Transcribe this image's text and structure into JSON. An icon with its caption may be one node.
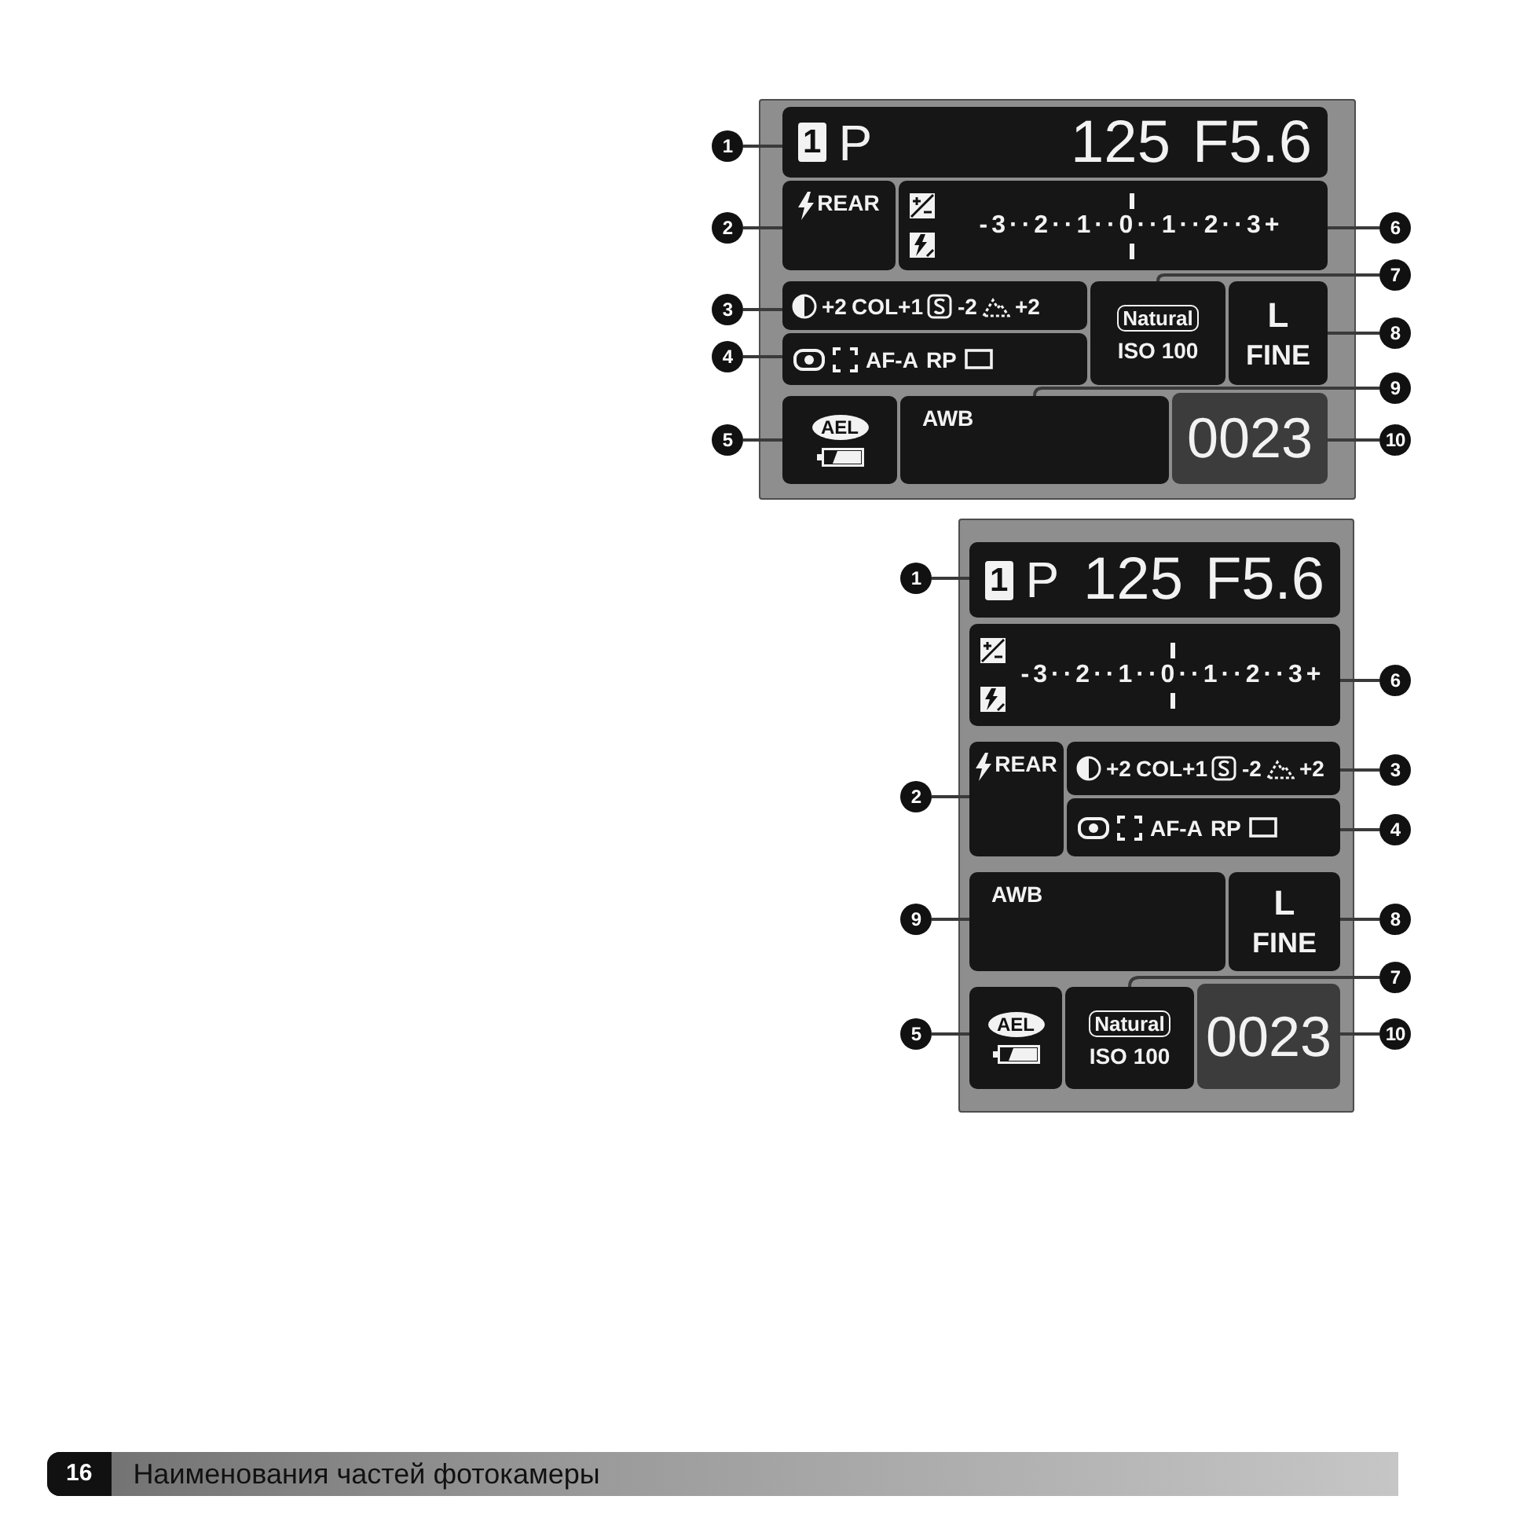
{
  "diagram": {
    "nodes": [
      {
        "text": [],
        "shape": "box"
      },
      {
        "text": [
          "1",
          "P",
          "125",
          "F5.6"
        ],
        "in": 0
      },
      {
        "text": [
          "REAR"
        ],
        "in": 0
      },
      {
        "text": [
          "-3··2··1··0··1··2··3+"
        ],
        "in": 0
      },
      {
        "text": [
          "+2",
          "COL+1",
          "-2",
          "+2"
        ],
        "in": 0
      },
      {
        "text": [
          "AF-A",
          "RP"
        ],
        "in": 0
      },
      {
        "text": [
          "Natural",
          "ISO 100"
        ],
        "in": 0
      },
      {
        "text": [
          "L",
          "FINE"
        ],
        "in": 0
      },
      {
        "text": [
          "AEL"
        ],
        "in": 0
      },
      {
        "text": [
          "AWB"
        ],
        "in": 0
      },
      {
        "text": [
          "0023"
        ],
        "in": 0
      },
      {
        "text": [
          "1"
        ]
      },
      {
        "text": [
          "2"
        ]
      },
      {
        "text": [
          "3"
        ]
      },
      {
        "text": [
          "4"
        ]
      },
      {
        "text": [
          "5"
        ]
      },
      {
        "text": [
          "6"
        ]
      },
      {
        "text": [
          "7"
        ]
      },
      {
        "text": [
          "8"
        ]
      },
      {
        "text": [
          "9"
        ]
      },
      {
        "text": [
          "10"
        ]
      },
      {
        "text": [],
        "shape": "box"
      },
      {
        "text": [
          "1",
          "P",
          "125",
          "F5.6"
        ],
        "in": 21
      },
      {
        "text": [
          "-3··2··1··0··1··2··3+"
        ],
        "in": 21
      },
      {
        "text": [
          "REAR"
        ],
        "in": 21
      },
      {
        "text": [
          "+2",
          "COL+1",
          "-2",
          "+2"
        ],
        "in": 21
      },
      {
        "text": [
          "AF-A",
          "RP"
        ],
        "in": 21
      },
      {
        "text": [
          "AWB"
        ],
        "in": 21
      },
      {
        "text": [
          "L",
          "FINE"
        ],
        "in": 21
      },
      {
        "text": [
          "AEL"
        ],
        "in": 21
      },
      {
        "text": [
          "Natural",
          "ISO 100"
        ],
        "in": 21
      },
      {
        "text": [
          "0023"
        ],
        "in": 21
      },
      {
        "text": [
          "1"
        ]
      },
      {
        "text": [
          "2"
        ]
      },
      {
        "text": [
          "3"
        ]
      },
      {
        "text": [
          "4"
        ]
      },
      {
        "text": [
          "5"
        ]
      },
      {
        "text": [
          "6"
        ]
      },
      {
        "text": [
          "7"
        ]
      },
      {
        "text": [
          "8"
        ]
      },
      {
        "text": [
          "9"
        ]
      },
      {
        "text": [
          "10"
        ]
      }
    ],
    "edges": [
      {
        "from": 11,
        "to": 1,
        "arrow": "none"
      },
      {
        "from": 12,
        "to": 2,
        "arrow": "none"
      },
      {
        "from": 13,
        "to": 4,
        "arrow": "none"
      },
      {
        "from": 14,
        "to": 5,
        "arrow": "none"
      },
      {
        "from": 15,
        "to": 8,
        "arrow": "none"
      },
      {
        "from": 16,
        "to": 3,
        "arrow": "none"
      },
      {
        "from": 17,
        "to": 6,
        "arrow": "none"
      },
      {
        "from": 18,
        "to": 7,
        "arrow": "none"
      },
      {
        "from": 19,
        "to": 9,
        "arrow": "none"
      },
      {
        "from": 20,
        "to": 10,
        "arrow": "none"
      },
      {
        "from": 32,
        "to": 22,
        "arrow": "none"
      },
      {
        "from": 33,
        "to": 24,
        "arrow": "none"
      },
      {
        "from": 34,
        "to": 25,
        "arrow": "none"
      },
      {
        "from": 35,
        "to": 26,
        "arrow": "none"
      },
      {
        "from": 36,
        "to": 29,
        "arrow": "none"
      },
      {
        "from": 37,
        "to": 23,
        "arrow": "none"
      },
      {
        "from": 38,
        "to": 30,
        "arrow": "none"
      },
      {
        "from": 39,
        "to": 28,
        "arrow": "none"
      },
      {
        "from": 40,
        "to": 27,
        "arrow": "none"
      },
      {
        "from": 41,
        "to": 31,
        "arrow": "none"
      }
    ],
    "labels": [
      "16",
      "Наименования частей фотокамеры"
    ]
  }
}
